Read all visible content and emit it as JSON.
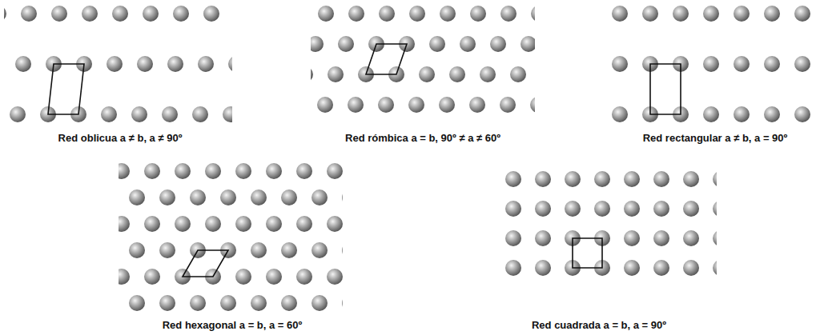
{
  "diagram": {
    "labels": [
      "Red oblicua a ≠ b, a ≠ 90º",
      "Red rómbica a = b, 90º ≠ a ≠ 60º",
      "Red rectangular a ≠ b, a = 90º",
      "Red hexagonal a = b, a = 60º",
      "Red cuadrada a = b, a = 90º"
    ]
  }
}
